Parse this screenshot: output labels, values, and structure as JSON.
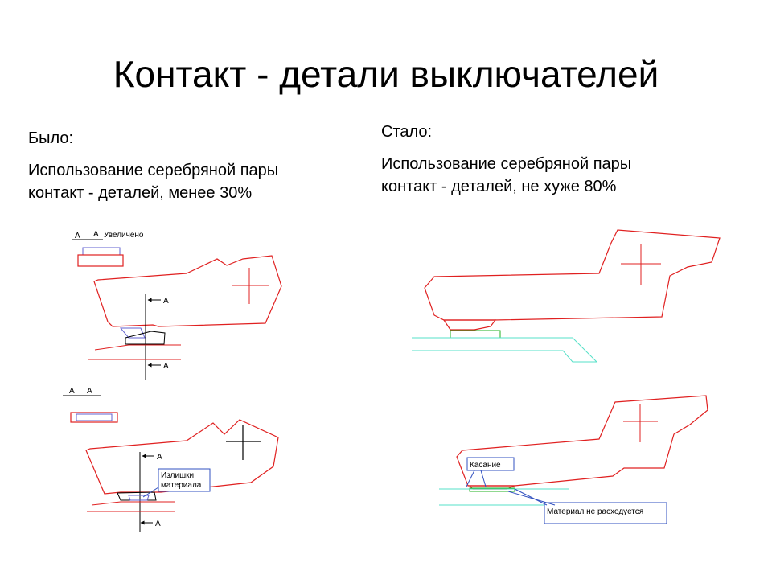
{
  "title": "Контакт - детали выключателей",
  "before": {
    "heading": "Было:",
    "line1": "Использование  серебряной пары",
    "line2": "контакт - деталей, менее 30%"
  },
  "after": {
    "heading": "Стало:",
    "line1": "Использование  серебряной пары",
    "line2": "контакт - деталей, не хуже 80%"
  },
  "labels": {
    "section_a": "А",
    "enlarged": "Увеличено",
    "excess_line1": "Излишки",
    "excess_line2": "материала",
    "contact": "Касание",
    "not_consumed": "Материал не расходуется"
  },
  "colors": {
    "outline": "#e02020",
    "rail": "#55e0c8",
    "pad": "#20b020",
    "silver": "#6060d0",
    "callout": "#3050c0"
  }
}
